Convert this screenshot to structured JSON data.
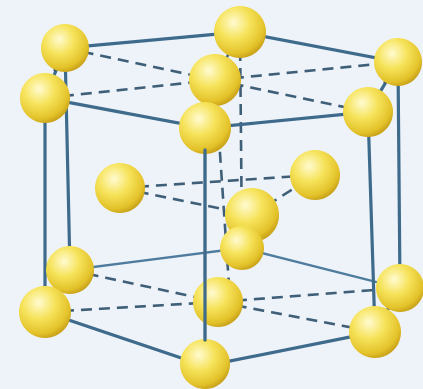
{
  "figure": {
    "colors": {
      "background": "#eef3f9",
      "atom": "#f2dc3c",
      "atom_highlight": "#fffbd0",
      "atom_shadow": "#c9a31a",
      "solid_edge": "#3e6a8c",
      "dashed_edge": "#3f5f78"
    },
    "atom_count": 17,
    "layers": [
      "top",
      "middle",
      "bottom"
    ],
    "cell_type": "hexagonal prism"
  }
}
